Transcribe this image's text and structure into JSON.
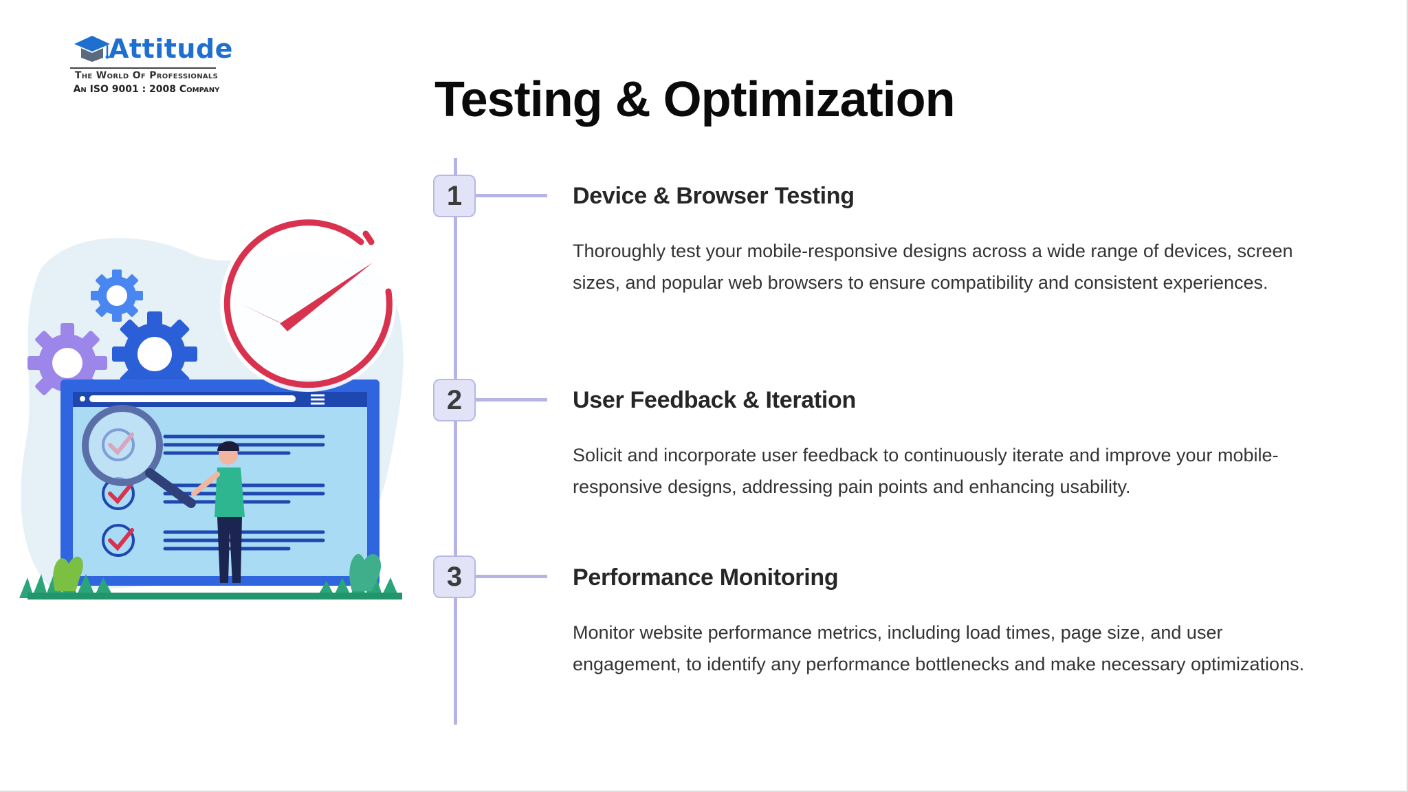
{
  "logo": {
    "name": "Attitude",
    "tagline": "The World Of Professionals",
    "certification": "An ISO 9001 : 2008 Company"
  },
  "title": "Testing & Optimization",
  "colors": {
    "timeline": "#b6b4e6",
    "badge_fill": "#e3e3f7",
    "check_red": "#d8324f",
    "screen_blue": "#2f66e0",
    "gear_purple": "#9d86ea",
    "brand_blue": "#1f6fd0"
  },
  "steps": [
    {
      "number": "1",
      "title": "Device & Browser Testing",
      "description": "Thoroughly test your mobile-responsive designs across a wide range of devices, screen sizes, and popular web browsers to ensure compatibility and consistent experiences."
    },
    {
      "number": "2",
      "title": "User Feedback & Iteration",
      "description": "Solicit and incorporate user feedback to continuously iterate and improve your mobile-responsive designs, addressing pain points and enhancing usability."
    },
    {
      "number": "3",
      "title": "Performance Monitoring",
      "description": "Monitor website performance metrics, including load times, page size, and user engagement, to identify any performance bottlenecks and make necessary optimizations."
    }
  ]
}
